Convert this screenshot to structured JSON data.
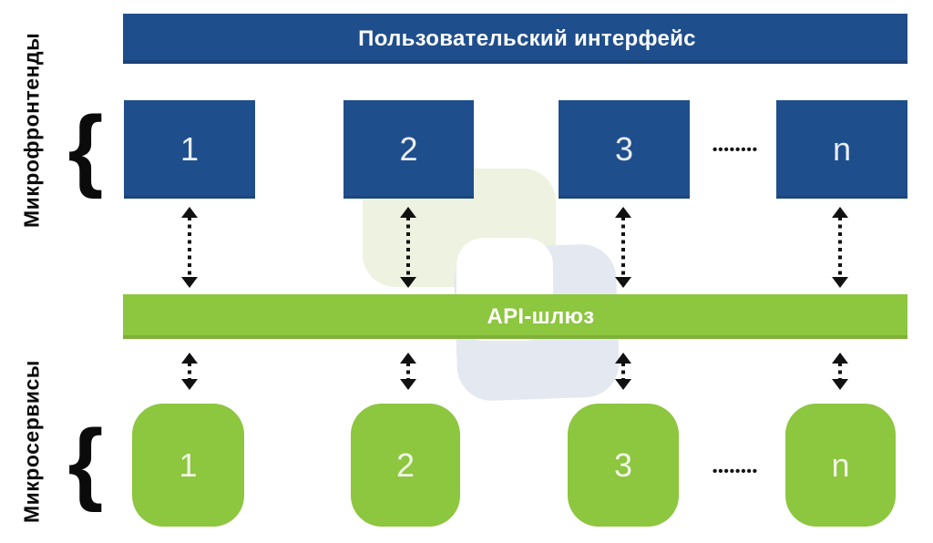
{
  "diagram": {
    "title_bar": {
      "label": "Пользовательский интерфейс",
      "color": "#1f4e8c",
      "text_color": "#ffffff"
    },
    "api_bar": {
      "label": "API-шлюз",
      "color": "#8dc63f",
      "text_color": "#ffffff"
    },
    "microfrontends": {
      "group_label": "Микрофронтенды",
      "box_color": "#1f4e8c",
      "items": [
        "1",
        "2",
        "3",
        "n"
      ]
    },
    "microservices": {
      "group_label": "Микросервисы",
      "box_color": "#8dc63f",
      "items": [
        "1",
        "2",
        "3",
        "n"
      ]
    },
    "brace": "{",
    "ellipsis": "••••••••",
    "watermark_colors": {
      "green": "#eef2e0",
      "blue_gray": "#e4e8f1"
    }
  }
}
